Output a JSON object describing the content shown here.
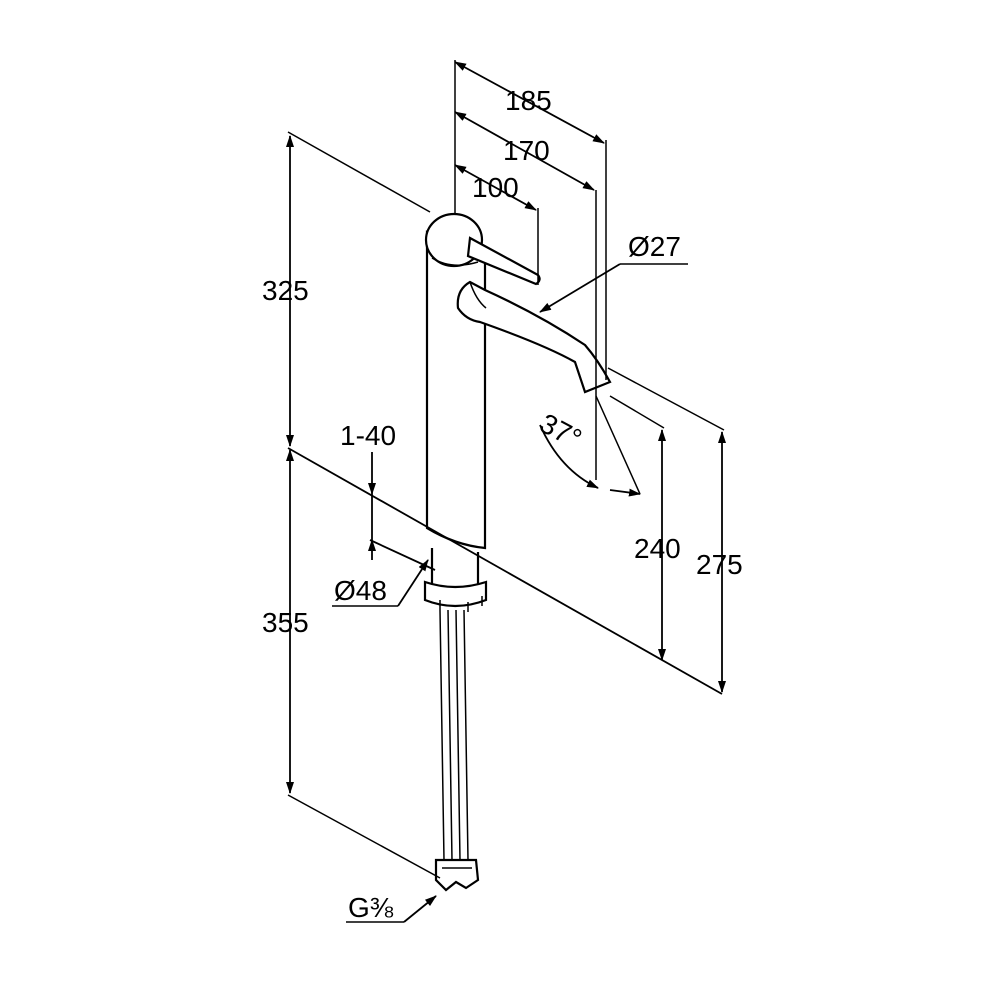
{
  "drawing": {
    "dimensions": {
      "spout_reach_total": "185",
      "spout_reach_outlet": "170",
      "lever_reach": "100",
      "spout_diameter": "Ø27",
      "body_height_above_deck": "325",
      "deck_thickness_range": "1-40",
      "base_diameter": "Ø48",
      "hose_length_below_deck": "355",
      "outlet_height": "240",
      "spout_top_height": "275",
      "spout_swivel_angle": "37°",
      "hose_connection": "G⅜"
    }
  }
}
